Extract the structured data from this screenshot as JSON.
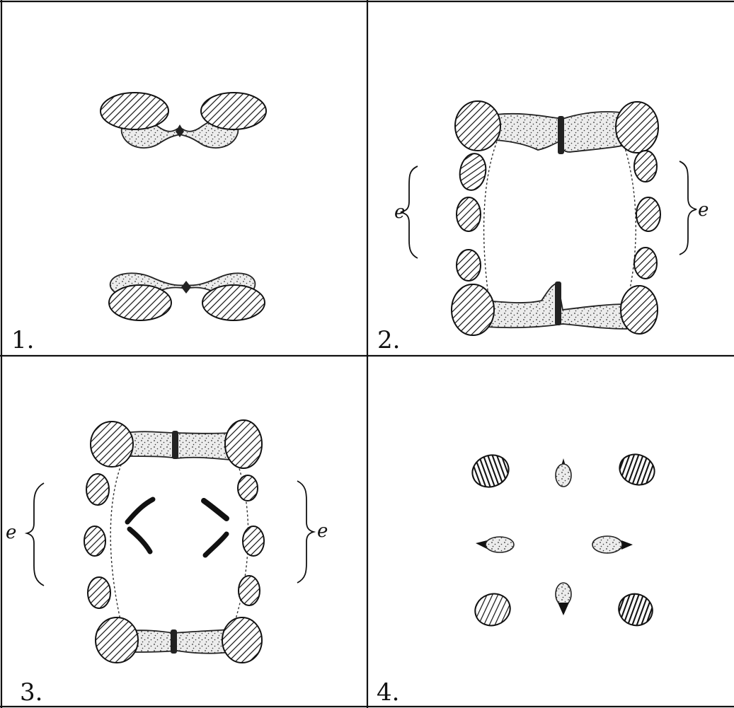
{
  "panels": [
    {
      "label": "1."
    },
    {
      "label": "2.",
      "left_bracket": "e",
      "right_bracket": "e"
    },
    {
      "label": "3.",
      "left_bracket": "e",
      "right_bracket": "e"
    },
    {
      "label": "4."
    }
  ]
}
